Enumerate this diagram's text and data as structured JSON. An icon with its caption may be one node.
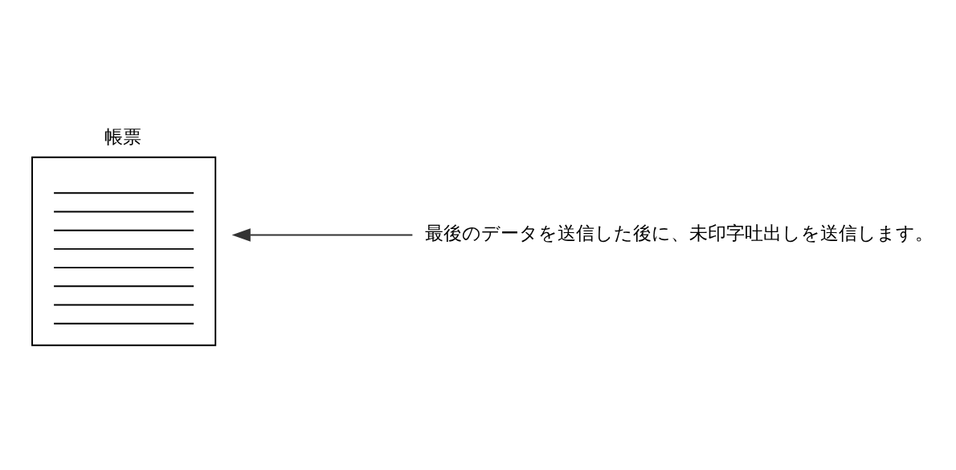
{
  "diagram": {
    "nodes": [
      {
        "text": [
          "帳票"
        ]
      },
      {
        "text": [
          "最後のデータを送信した後に、未印字吐出しを送信します。"
        ]
      }
    ],
    "edges": [
      {
        "from": 1,
        "to": 0,
        "arrow": "to"
      }
    ]
  }
}
